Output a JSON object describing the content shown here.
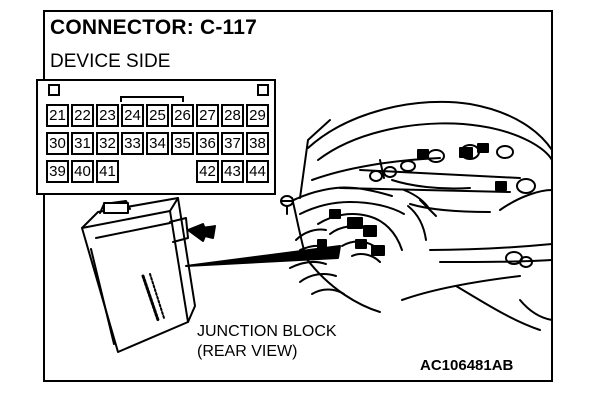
{
  "header": {
    "title": "CONNECTOR: C-117",
    "subtitle": "DEVICE SIDE"
  },
  "connector": {
    "row1": [
      "21",
      "22",
      "23",
      "24",
      "25",
      "26",
      "27",
      "28",
      "29"
    ],
    "row2": [
      "30",
      "31",
      "32",
      "33",
      "34",
      "35",
      "36",
      "37",
      "38"
    ],
    "row3": [
      "39",
      "40",
      "41",
      "",
      "",
      "",
      "42",
      "43",
      "44"
    ]
  },
  "caption": {
    "line1": "JUNCTION BLOCK",
    "line2": "(REAR VIEW)"
  },
  "figure_code": "AC106481AB"
}
